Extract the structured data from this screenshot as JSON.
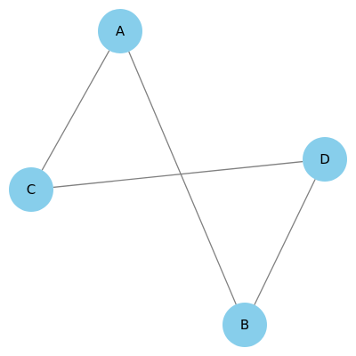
{
  "graph": {
    "nodes": [
      {
        "id": "A",
        "label": "A"
      },
      {
        "id": "B",
        "label": "B"
      },
      {
        "id": "C",
        "label": "C"
      },
      {
        "id": "D",
        "label": "D"
      }
    ],
    "edges": [
      {
        "source": "A",
        "target": "C"
      },
      {
        "source": "A",
        "target": "B"
      },
      {
        "source": "C",
        "target": "D"
      },
      {
        "source": "D",
        "target": "B"
      }
    ],
    "colors": {
      "node_fill": "#87ceeb",
      "edge_stroke": "#808080",
      "label_text": "#000000"
    }
  }
}
